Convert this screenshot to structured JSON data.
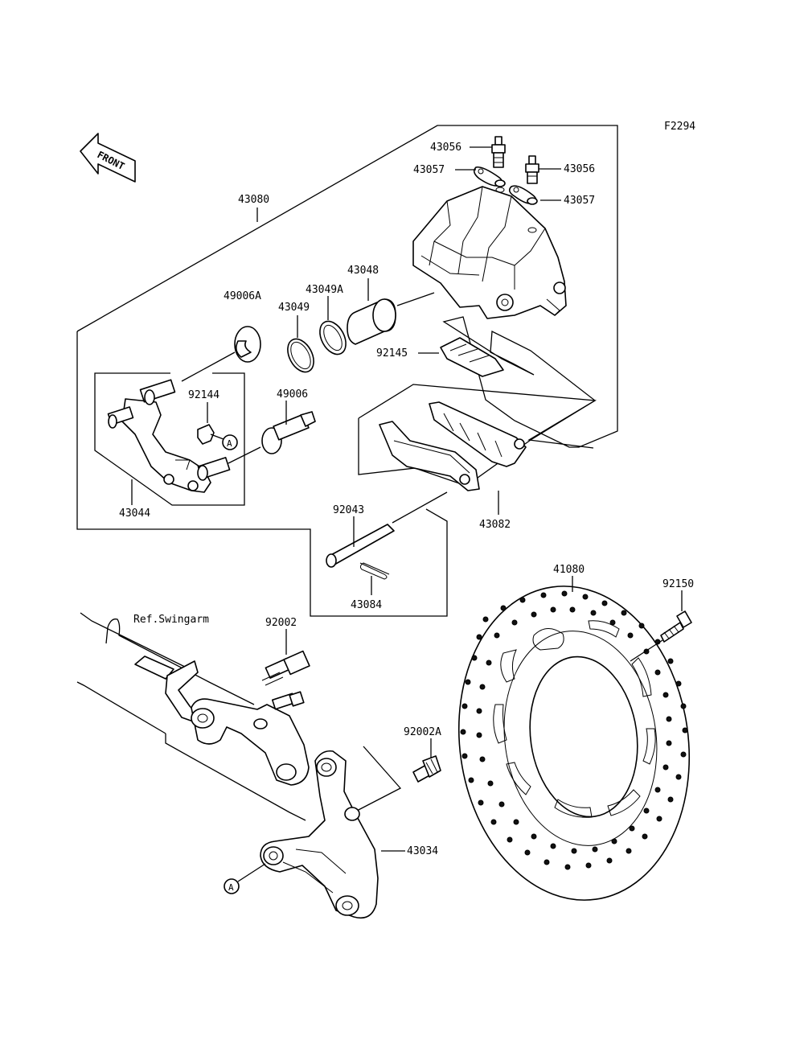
{
  "diagram": {
    "figure_code": "F2294",
    "front_arrow_label": "FRONT",
    "swingarm_ref": "Ref.Swingarm",
    "ref_marker": "A",
    "labels": {
      "p43056a": "43056",
      "p43056b": "43056",
      "p43057a": "43057",
      "p43057b": "43057",
      "p43080": "43080",
      "p43048": "43048",
      "p49006A": "49006A",
      "p43049A": "43049A",
      "p43049": "43049",
      "p92145": "92145",
      "p92144": "92144",
      "p49006": "49006",
      "p43044": "43044",
      "p43082": "43082",
      "p92043": "92043",
      "p43084": "43084",
      "p41080": "41080",
      "p92150": "92150",
      "p92002": "92002",
      "p92002A": "92002A",
      "p43034": "43034"
    }
  }
}
